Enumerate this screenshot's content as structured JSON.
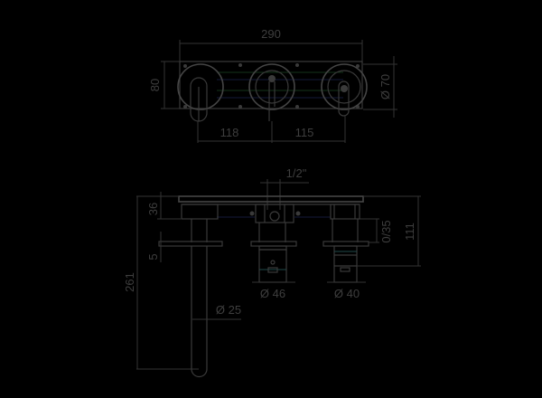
{
  "drawing": {
    "subject": "three-hole wall-mounted mixer",
    "colors": {
      "background": "#000000",
      "line": "#3a3a3a",
      "text": "#3e3e3e"
    },
    "top_view": {
      "overall_width": "290",
      "height": "80",
      "handle_spacing_left": "118",
      "handle_spacing_right": "115",
      "rosette_diameter": "Ø 70"
    },
    "side_view": {
      "inlet_thread": "1/2\"",
      "body_depth": "36",
      "rosette_thickness": "5",
      "total_height": "261",
      "right_height": "111",
      "adjustment_range": "0/35",
      "spout_diameter": "Ø 25",
      "center_valve_diameter": "Ø 46",
      "right_valve_diameter": "Ø 40"
    }
  }
}
